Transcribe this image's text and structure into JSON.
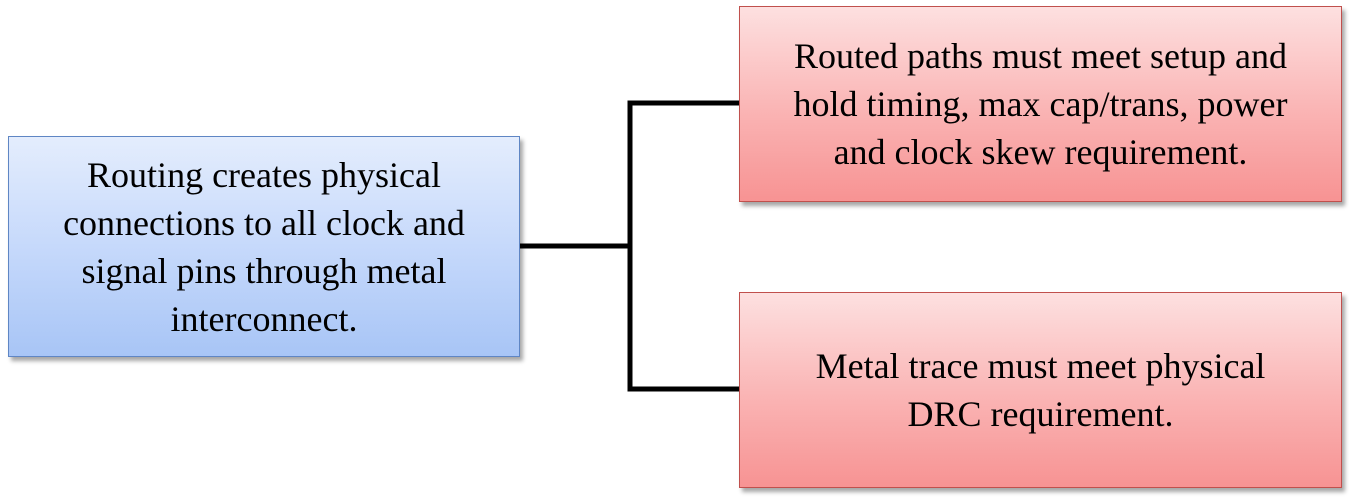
{
  "diagram": {
    "source_box": {
      "lines": [
        "Routing creates physical",
        "connections to all clock and",
        "signal pins through metal",
        "interconnect."
      ],
      "fill_color": "#c6d9fb",
      "border_color": "#5f86c4"
    },
    "target_boxes": [
      {
        "lines": [
          "Routed paths must meet setup and",
          "hold timing, max cap/trans, power",
          "and clock skew requirement."
        ],
        "fill_color": "#fab3b3",
        "border_color": "#c0504d"
      },
      {
        "lines": [
          "Metal trace must meet physical",
          "DRC requirement."
        ],
        "fill_color": "#fab3b3",
        "border_color": "#c0504d"
      }
    ],
    "connector_color": "#000000"
  }
}
